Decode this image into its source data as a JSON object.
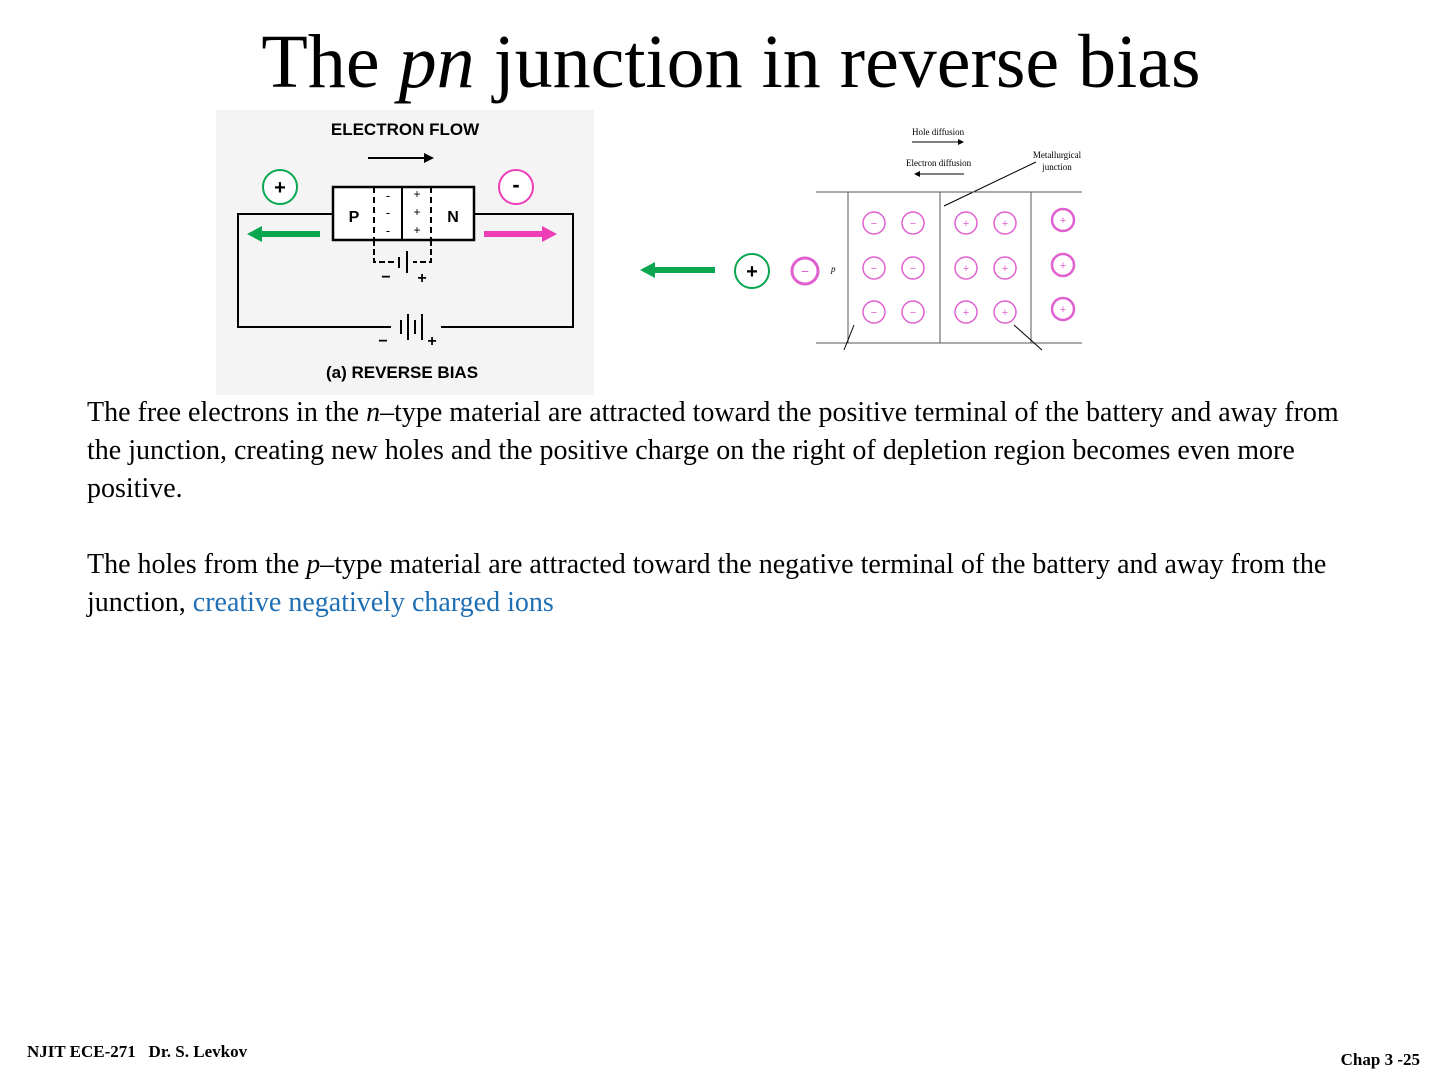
{
  "slide": {
    "title_pre": "The ",
    "title_italic": "pn",
    "title_post": " junction in reverse bias"
  },
  "left_figure": {
    "caption_top": "ELECTRON FLOW",
    "caption_bottom": "(a) REVERSE BIAS",
    "p_label": "P",
    "n_label": "N",
    "plus_terminal": "+",
    "minus_terminal": "-",
    "minus_sign": "-",
    "plus_sign": "+",
    "battery_minus": "−",
    "battery_plus": "+",
    "colors": {
      "green_arrow": "#0aa650",
      "pink_arrow": "#ef3db7"
    }
  },
  "middle_figure": {
    "plus_terminal": "+",
    "minus_ion": "−"
  },
  "right_figure": {
    "hole_diffusion": "Hole diffusion",
    "electron_diffusion": "Electron diffusion",
    "metallurgical_line1": "Metallurgical",
    "metallurgical_line2": "junction",
    "p_label": "p",
    "minus_ion": "−",
    "plus_ion": "+",
    "colors": {
      "ion_ring": "#e060d0"
    }
  },
  "body": {
    "p1_a": "The free electrons in the ",
    "p1_italic": "n",
    "p1_b": "–type material are attracted toward the positive terminal of the battery and away from the junction, creating new holes and the positive charge on the right of depletion region becomes even more positive.",
    "p2_a": "The holes from the ",
    "p2_italic": "p",
    "p2_b": "–type material are attracted toward the negative terminal of the battery and away from the junction, ",
    "p2_accent": "creative negatively charged ions"
  },
  "footer": {
    "left": "NJIT ECE-271   Dr. S. Levkov",
    "right": "Chap 3 -25"
  }
}
